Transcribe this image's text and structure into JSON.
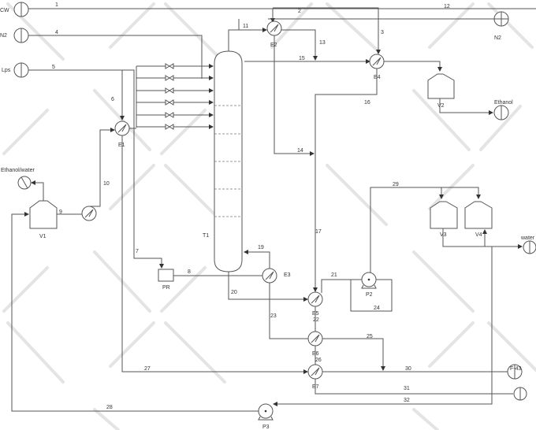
{
  "feeds": {
    "cw": "CW",
    "n2_in": "N2",
    "lps": "Lps",
    "ethanol_water": "Ethanol/water",
    "n2_out": "N2",
    "ethanol": "Ethanol",
    "water": "water",
    "f43": "F-43"
  },
  "equipment": {
    "t1": "T1",
    "e1": "E1",
    "e2": "E2",
    "e3": "E3",
    "e4": "E4",
    "e5": "E5",
    "e6": "E6",
    "e7": "E7",
    "v1": "V1",
    "v2": "V2",
    "v3": "V3",
    "v4": "V4",
    "p2": "P2",
    "p3": "P3",
    "pr": "PR"
  },
  "streams": [
    "1",
    "2",
    "3",
    "4",
    "5",
    "6",
    "7",
    "8",
    "9",
    "10",
    "11",
    "12",
    "13",
    "14",
    "15",
    "16",
    "17",
    "19",
    "20",
    "21",
    "22",
    "23",
    "24",
    "25",
    "26",
    "27",
    "28",
    "29",
    "30",
    "31",
    "32"
  ],
  "watermark": "fiverr.",
  "colors": {
    "line": "#555555",
    "watermark": "#e4e4e4"
  }
}
